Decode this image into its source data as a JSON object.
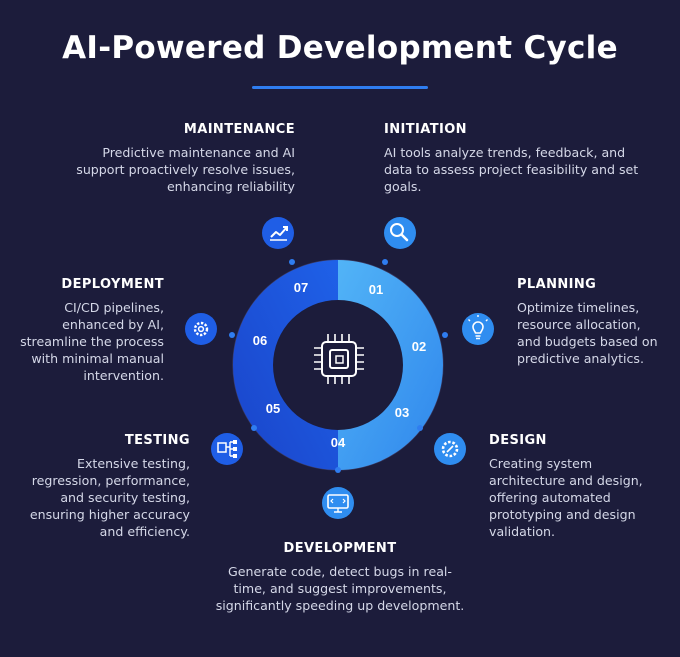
{
  "title": "AI-Powered Development Cycle",
  "colors": {
    "background": "#1c1c3b",
    "accent": "#2f7df0",
    "ring_light": "#4aa8f5",
    "ring_dark": "#1a4ed8"
  },
  "center_icon": "cpu-chip-icon",
  "phases": [
    {
      "number": "01",
      "title": "INITIATION",
      "description": "AI tools analyze trends, feedback, and data to assess project feasibility and set goals.",
      "icon": "search-icon"
    },
    {
      "number": "02",
      "title": "PLANNING",
      "description": "Optimize timelines, resource allocation, and budgets based on predictive analytics.",
      "icon": "lightbulb-icon"
    },
    {
      "number": "03",
      "title": "DESIGN",
      "description": "Creating system architecture and design, offering automated prototyping and design validation.",
      "icon": "gear-design-icon"
    },
    {
      "number": "04",
      "title": "DEVELOPMENT",
      "description": "Generate code, detect bugs in real-time, and suggest improvements, significantly speeding up development.",
      "icon": "monitor-code-icon"
    },
    {
      "number": "05",
      "title": "TESTING",
      "description": "Extensive testing, regression, performance, and security testing, ensuring higher accuracy and efficiency.",
      "icon": "test-flow-icon"
    },
    {
      "number": "06",
      "title": "DEPLOYMENT",
      "description": "CI/CD pipelines, enhanced by AI, streamline the process with minimal manual intervention.",
      "icon": "settings-gear-icon"
    },
    {
      "number": "07",
      "title": "MAINTENANCE",
      "description": "Predictive maintenance and AI support proactively resolve issues, enhancing reliability",
      "icon": "chart-growth-icon"
    }
  ]
}
